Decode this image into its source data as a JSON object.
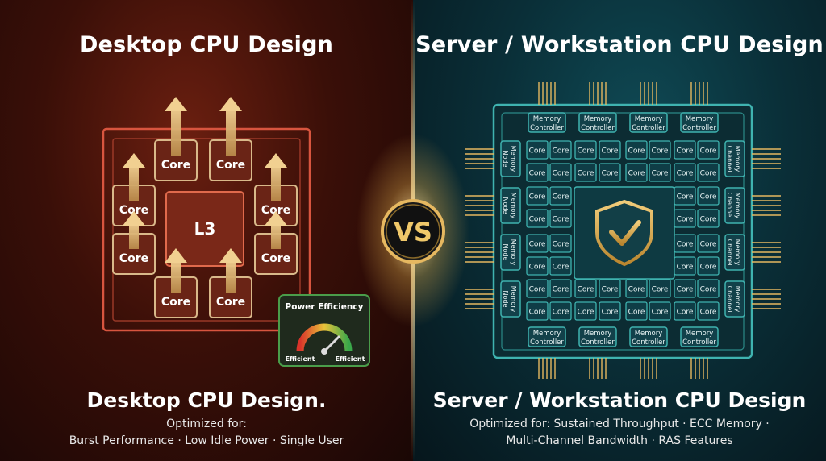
{
  "left": {
    "title": "Desktop CPU Design",
    "subtitle": "Desktop CPU Design.",
    "optimized_label": "Optimized for:",
    "features": "Burst Performance · Low Idle Power · Single User",
    "cache_label": "L3",
    "core_label": "Core",
    "gauge_title": "Power Efficiency",
    "gauge_left": "Efficient",
    "gauge_right": "Efficient"
  },
  "vs_label": "VS",
  "right": {
    "title": "Server / Workstation CPU Design",
    "subtitle": "Server / Workstation CPU Design",
    "features_line1": "Optimized for: Sustained Throughput · ECC Memory ·",
    "features_line2": "Multi-Channel Bandwidth · RAS Features",
    "core_label": "Core",
    "memory_controller_line1": "Memory",
    "memory_controller_line2": "Controller",
    "memory_node_line1": "Memory",
    "memory_node_line2": "Node",
    "memory_channel_line1": "Memory",
    "memory_channel_line2": "Channel",
    "shield_icon": "shield-check-icon"
  },
  "colors": {
    "left_accent": "#e0553a",
    "core_tan": "#d9b98a",
    "right_accent": "#3fb3b0",
    "gold": "#e6b860"
  }
}
